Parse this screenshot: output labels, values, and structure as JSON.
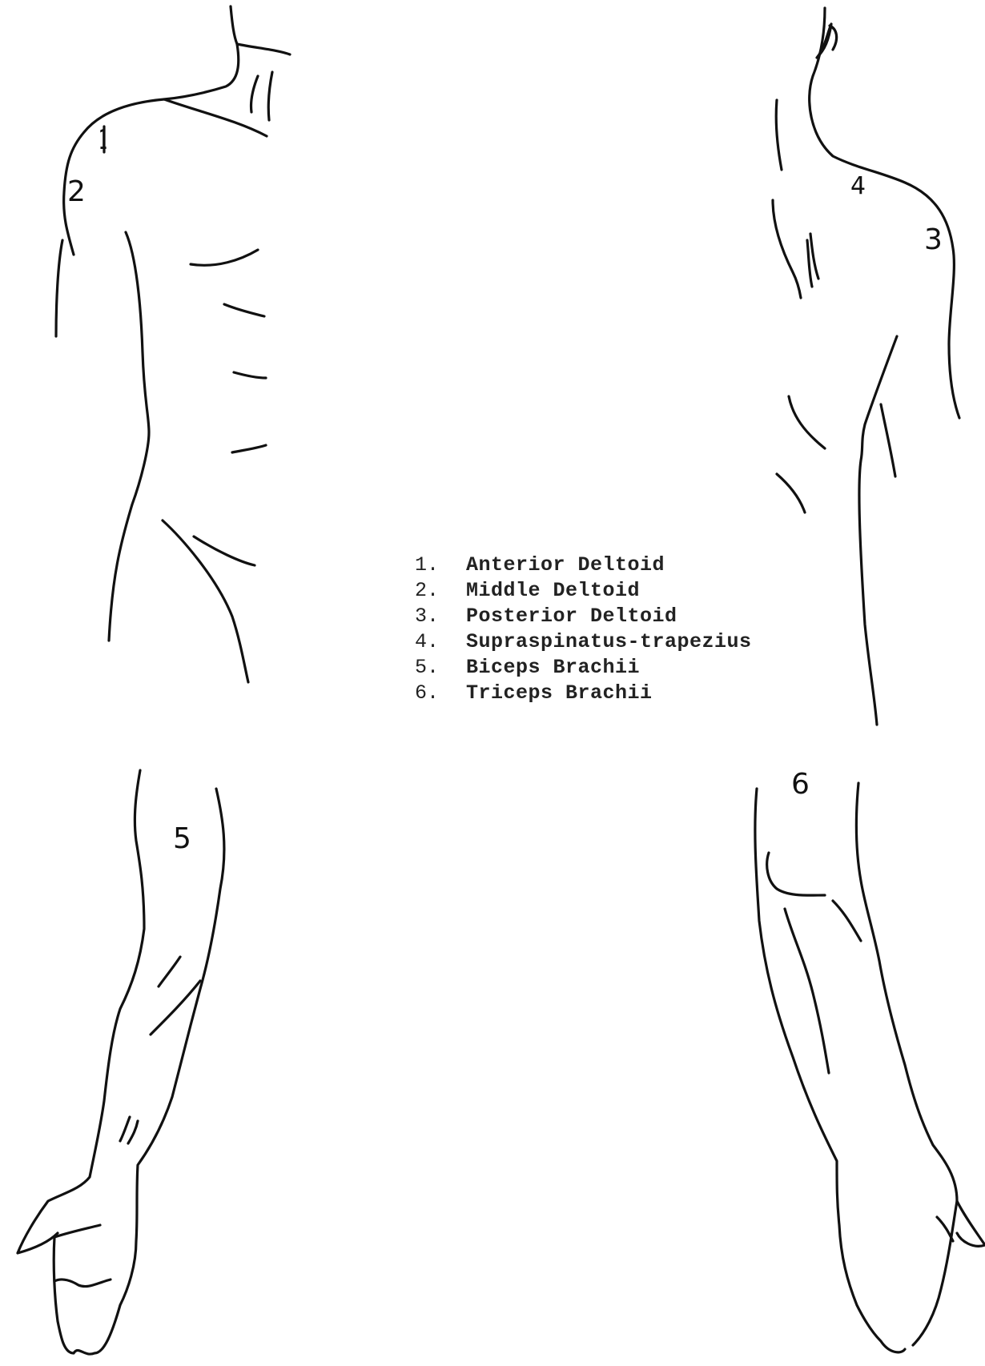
{
  "figure": {
    "markers": {
      "m1": "1",
      "m2": "2",
      "m3": "3",
      "m4": "4",
      "m5": "5",
      "m6": "6"
    },
    "legend": [
      {
        "num": "1.",
        "name": "Anterior Deltoid"
      },
      {
        "num": "2.",
        "name": "Middle Deltoid"
      },
      {
        "num": "3.",
        "name": "Posterior Deltoid"
      },
      {
        "num": "4.",
        "name": "Supraspinatus-trapezius"
      },
      {
        "num": "5.",
        "name": "Biceps Brachii"
      },
      {
        "num": "6.",
        "name": "Triceps Brachii"
      }
    ]
  }
}
